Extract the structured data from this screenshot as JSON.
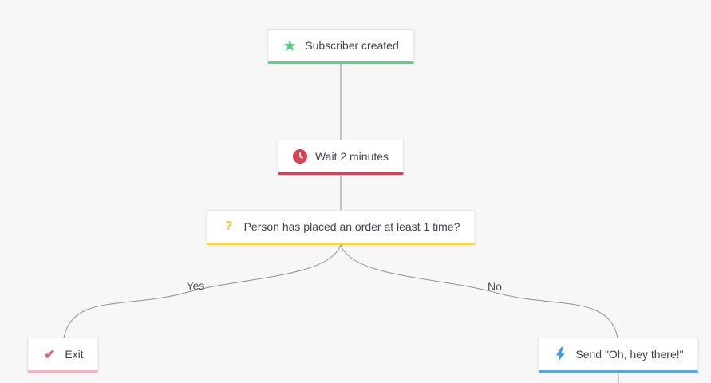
{
  "canvas": {
    "background": "#f7f7f8",
    "line_color": "#8a8f98"
  },
  "branch_labels": {
    "yes": "Yes",
    "no": "No"
  },
  "nodes": {
    "trigger": {
      "label": "Subscriber created",
      "icon": "star-icon",
      "accent": "#57d584",
      "icon_color": "#4ed07e"
    },
    "wait": {
      "label": "Wait 2 minutes",
      "icon": "clock-icon",
      "accent": "#d94054",
      "icon_color": "#d94054"
    },
    "decision": {
      "label": "Person has placed an order at least 1 time?",
      "icon": "question-mark-icon",
      "accent": "#f8d44e",
      "icon_color": "#f2c23e"
    },
    "exit": {
      "label": "Exit",
      "icon": "check-icon",
      "accent": "#f0b3c0",
      "icon_color": "#ee5b76"
    },
    "send": {
      "label": "Send \"Oh, hey there!\"",
      "icon": "lightning-icon",
      "accent": "#57a5de",
      "icon_color": "#3f9ce2"
    }
  }
}
